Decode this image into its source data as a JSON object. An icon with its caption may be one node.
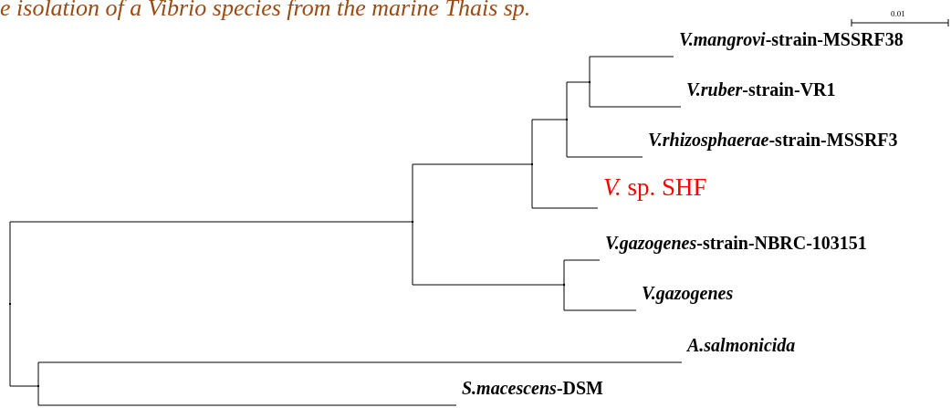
{
  "diagram": {
    "title": "e isolation of a Vibrio species from the marine Thais sp.",
    "nodes": [
      {
        "text": [],
        "shape": "point"
      },
      {
        "text": [],
        "shape": "point"
      },
      {
        "text": [],
        "shape": "point"
      },
      {
        "text": [],
        "shape": "point"
      },
      {
        "text": [],
        "shape": "point"
      },
      {
        "text": [
          "*V.mangrovi*-strain-MSSRF38"
        ]
      },
      {
        "text": [
          "*V.ruber*-strain-VR1"
        ]
      },
      {
        "text": [
          "*V.rhizosphaerae*-strain-MSSRF3"
        ]
      },
      {
        "text": [
          "*V.* sp. SHF"
        ]
      },
      {
        "text": [],
        "shape": "point"
      },
      {
        "text": [
          "*V.gazogenes*-strain-NBRC-103151"
        ]
      },
      {
        "text": [
          "*V.gazogenes*"
        ]
      },
      {
        "text": [],
        "shape": "point"
      },
      {
        "text": [
          "*A.salmonicida*"
        ]
      },
      {
        "text": [
          "*S.macescens*-DSM"
        ]
      }
    ],
    "edges": [
      {
        "from": 0,
        "to": 1,
        "arrow": "none"
      },
      {
        "from": 1,
        "to": 2,
        "arrow": "none"
      },
      {
        "from": 2,
        "to": 3,
        "arrow": "none"
      },
      {
        "from": 3,
        "to": 4,
        "arrow": "none"
      },
      {
        "from": 4,
        "to": 5,
        "arrow": "none"
      },
      {
        "from": 4,
        "to": 6,
        "arrow": "none"
      },
      {
        "from": 3,
        "to": 7,
        "arrow": "none"
      },
      {
        "from": 2,
        "to": 8,
        "arrow": "none"
      },
      {
        "from": 1,
        "to": 9,
        "arrow": "none"
      },
      {
        "from": 9,
        "to": 10,
        "arrow": "none"
      },
      {
        "from": 9,
        "to": 11,
        "arrow": "none"
      },
      {
        "from": 0,
        "to": 12,
        "arrow": "none"
      },
      {
        "from": 12,
        "to": 13,
        "arrow": "none"
      },
      {
        "from": 12,
        "to": 14,
        "arrow": "none"
      }
    ],
    "labels": [
      "0.01"
    ]
  }
}
